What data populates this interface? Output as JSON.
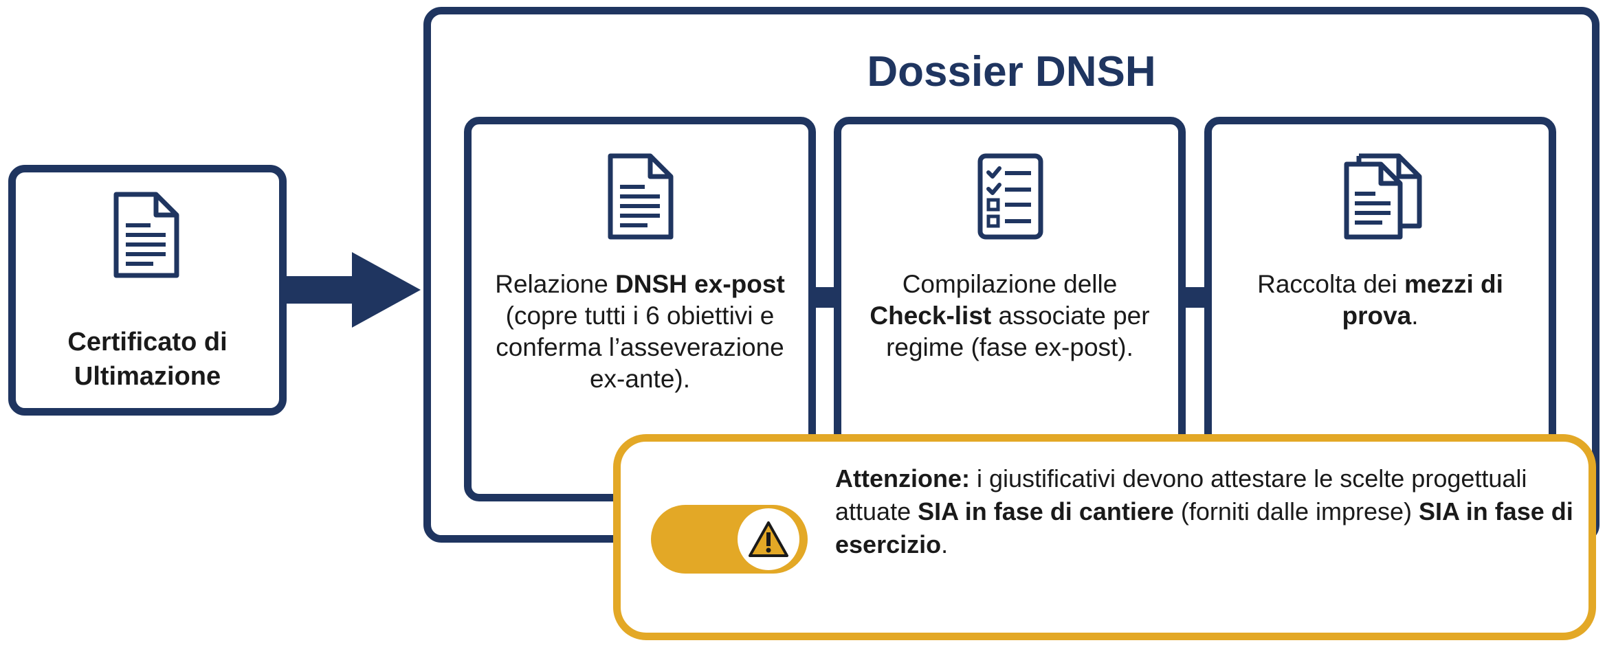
{
  "colors": {
    "navy": "#1f3560",
    "amber": "#e3a826",
    "text": "#1a1a1a"
  },
  "certificate": {
    "icon": "document-icon",
    "label": "Certificato di Ultimazione"
  },
  "dossier": {
    "title": "Dossier DNSH",
    "steps": [
      {
        "icon": "document-icon",
        "segments": [
          {
            "text": "Relazione ",
            "bold": false
          },
          {
            "text": "DNSH ex-post",
            "bold": true
          },
          {
            "text": " (copre tutti i 6 obiettivi e conferma l’asseverazione ex-ante).",
            "bold": false
          }
        ]
      },
      {
        "icon": "checklist-icon",
        "segments": [
          {
            "text": "Compilazione delle ",
            "bold": false
          },
          {
            "text": "Check-list",
            "bold": true
          },
          {
            "text": " associate per regime (fase ex-post).",
            "bold": false
          }
        ]
      },
      {
        "icon": "documents-stack-icon",
        "segments": [
          {
            "text": "Raccolta dei ",
            "bold": false
          },
          {
            "text": "mezzi di prova",
            "bold": true
          },
          {
            "text": ".",
            "bold": false
          }
        ]
      }
    ]
  },
  "warning": {
    "icon": "warning-icon",
    "segments": [
      {
        "text": "Attenzione:",
        "bold": true
      },
      {
        "text": " i giustificativi devono attestare le scelte progettuali attuate ",
        "bold": false
      },
      {
        "text": "SIA in fase di cantiere",
        "bold": true
      },
      {
        "text": " (forniti dalle imprese) ",
        "bold": false
      },
      {
        "text": "SIA in fase di esercizio",
        "bold": true
      },
      {
        "text": ".",
        "bold": false
      }
    ]
  }
}
